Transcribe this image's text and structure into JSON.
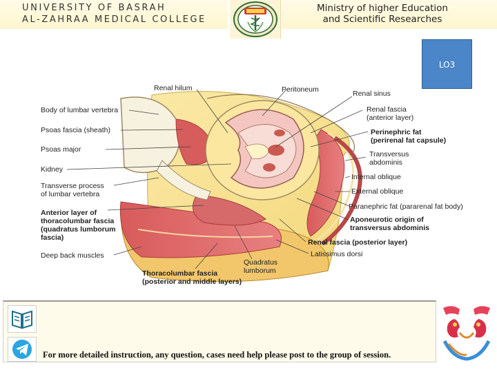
{
  "header": {
    "university_line1": "UNIVERSITY OF BASRAH",
    "university_line2": "AL-ZAHRAA MEDICAL COLLEGE",
    "ministry_line1": "Ministry of higher Education",
    "ministry_line2": "and Scientific Researches",
    "logo_icon": "college-seal-icon"
  },
  "lo_box": {
    "label": "LO3",
    "color": "#4a86c8"
  },
  "diagram": {
    "labels": {
      "renal_hilum": "Renal hilum",
      "peritoneum": "Peritoneum",
      "renal_sinus": "Renal sinus",
      "body_lumbar_vertebra": "Body of lumbar vertebra",
      "renal_fascia_anterior": "Renal fascia\n(anterior layer)",
      "psoas_fascia": "Psoas fascia (sheath)",
      "perinephric_fat": "Perinephric fat\n(perirenal fat capsule)",
      "psoas_major": "Psoas major",
      "transversus_abdominis": "Transversus\nabdominis",
      "kidney": "Kidney",
      "internal_oblique": "Internal oblique",
      "transverse_process": "Transverse process\nof lumbar vertebra",
      "external_oblique": "External oblique",
      "paranephric_fat": "Paranephric fat (pararenal fat body)",
      "anterior_layer": "Anterior layer of\nthoracolumbar fascia\n(quadratus lumborum\nfascia)",
      "aponeurotic_origin": "Aponeurotic origin of\ntransversus abdominis",
      "renal_fascia_posterior": "Renal fascia (posterior layer)",
      "deep_back_muscles": "Deep back muscles",
      "latissimus_dorsi": "Latissimus dorsi",
      "quadratus_lumborum": "Quadratus\nlumborum",
      "thoracolumbar_fascia": "Thoracolumbar fascia\n(posterior and middle layers)"
    }
  },
  "footer": {
    "text": "For more detailed instruction, any question, cases need help please post to the group of session.",
    "book_icon": "book-icon",
    "telegram_icon": "telegram-icon",
    "logo_icon": "kidney-hands-logo-icon"
  }
}
